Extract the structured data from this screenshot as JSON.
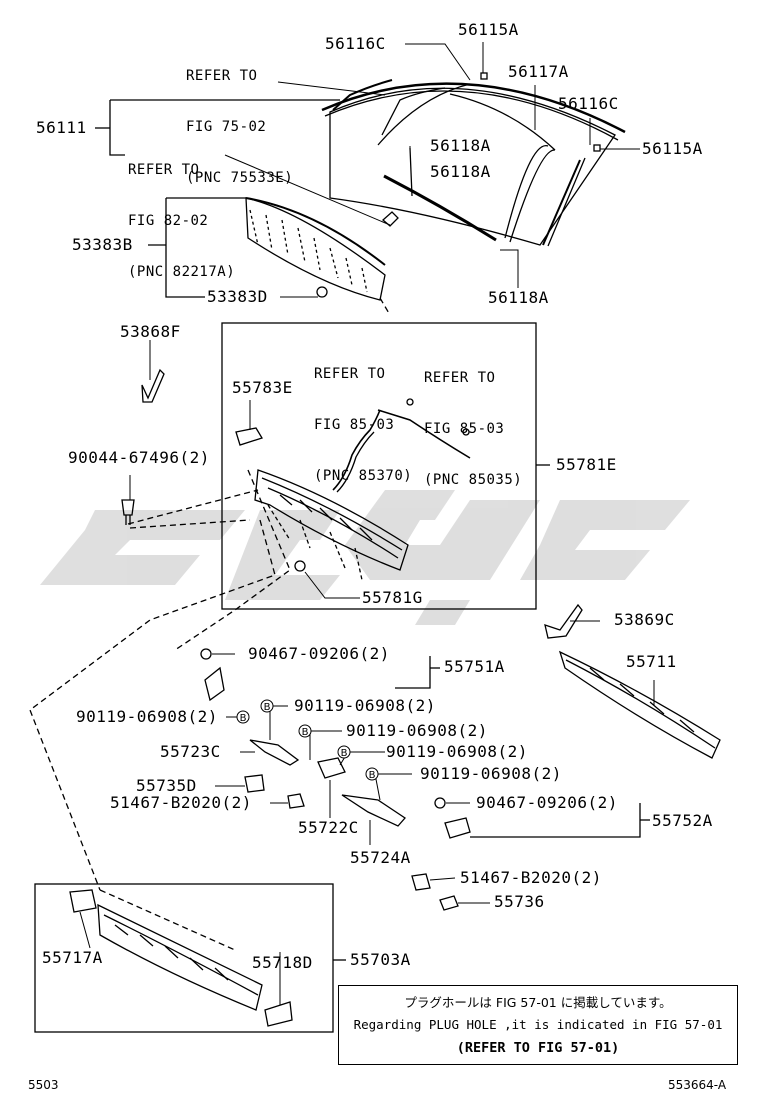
{
  "labels": {
    "p56115a_top": "56115A",
    "p56116c_top": "56116C",
    "p56117a": "56117A",
    "p56116c_right": "56116C",
    "p56115a_right": "56115A",
    "p56111": "56111",
    "p56118a_1": "56118A",
    "p56118a_2": "56118A",
    "p56118a_3": "56118A",
    "p53383b": "53383B",
    "p53383d": "53383D",
    "p53868f": "53868F",
    "p55783e": "55783E",
    "p55781e": "55781E",
    "p90044": "90044-67496(2)",
    "p55781g": "55781G",
    "p53869c": "53869C",
    "p90467_a": "90467-09206(2)",
    "p55751a": "55751A",
    "p55711": "55711",
    "p90119_1": "90119-06908(2)",
    "p90119_2": "90119-06908(2)",
    "p90119_3": "90119-06908(2)",
    "p90119_4": "90119-06908(2)",
    "p90119_5": "90119-06908(2)",
    "p55723c": "55723C",
    "p55735d": "55735D",
    "p51467_a": "51467-B2020(2)",
    "p55722c": "55722C",
    "p90467_b": "90467-09206(2)",
    "p55752a": "55752A",
    "p55724a": "55724A",
    "p51467_b": "51467-B2020(2)",
    "p55736": "55736",
    "p55717a": "55717A",
    "p55718d": "55718D",
    "p55703a": "55703A"
  },
  "refs": {
    "ref1": [
      "REFER TO",
      "FIG 75-02",
      "(PNC 75533E)"
    ],
    "ref2": [
      "REFER TO",
      "FIG 82-02",
      "(PNC 82217A)"
    ],
    "ref3": [
      "REFER TO",
      "FIG 85-03",
      "(PNC 85370)"
    ],
    "ref4": [
      "REFER TO",
      "FIG 85-03",
      "(PNC 85035)"
    ]
  },
  "bolt_marker": "B",
  "note": {
    "line1": "プラグホールは FIG 57-01 に掲載しています。",
    "line2": "Regarding PLUG HOLE ,it is indicated in FIG 57-01",
    "line3": "(REFER TO FIG 57-01)"
  },
  "footer": {
    "left": "5503",
    "right": "553664-A"
  },
  "colors": {
    "line": "#000000",
    "watermark": "#d9d9d9"
  }
}
